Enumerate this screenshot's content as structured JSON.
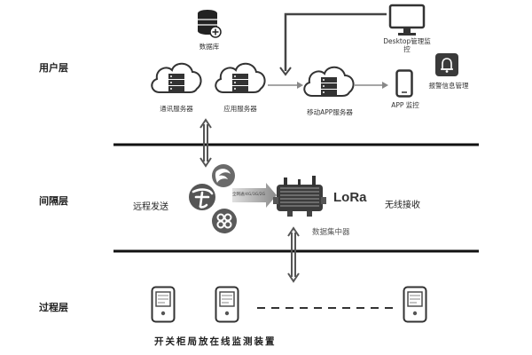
{
  "layers": {
    "user": "用户层",
    "interval": "间隔层",
    "process": "过程层"
  },
  "user_layer": {
    "database": "数据库",
    "comm_server": "通讯服务器",
    "app_server": "应用服务器",
    "mobile_server": "移动APP服务器",
    "desktop": "Desktop管理监控",
    "app_monitor": "APP 监控",
    "alarm": "报警信息管理"
  },
  "interval_layer": {
    "remote_send": "远程发送",
    "lora": "LoRa",
    "concentrator": "数据集中器",
    "wireless_recv": "无线接收",
    "network_tag": "全网通/4G/3G/2G"
  },
  "process_layer": {
    "caption": "开关柜局放在线监测装置"
  }
}
